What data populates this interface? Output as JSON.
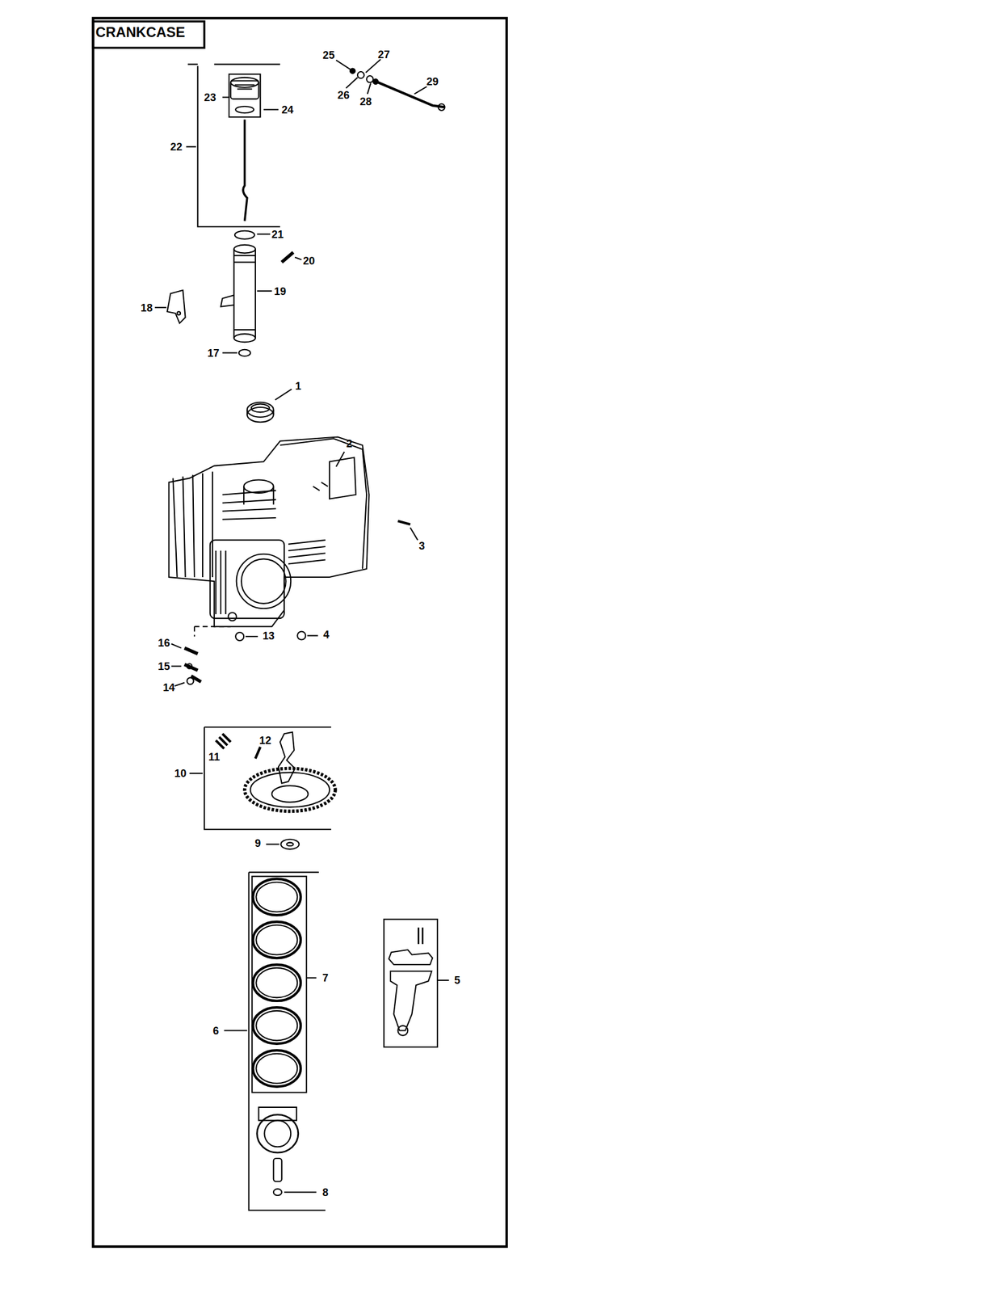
{
  "diagram": {
    "title": "CRANKCASE",
    "labels": [
      "25",
      "27",
      "29",
      "26",
      "28",
      "23",
      "24",
      "22",
      "21",
      "20",
      "19",
      "18",
      "17",
      "1",
      "2",
      "3",
      "13",
      "4",
      "16",
      "15",
      "14",
      "12",
      "11",
      "10",
      "9",
      "7",
      "5",
      "6",
      "8"
    ]
  }
}
